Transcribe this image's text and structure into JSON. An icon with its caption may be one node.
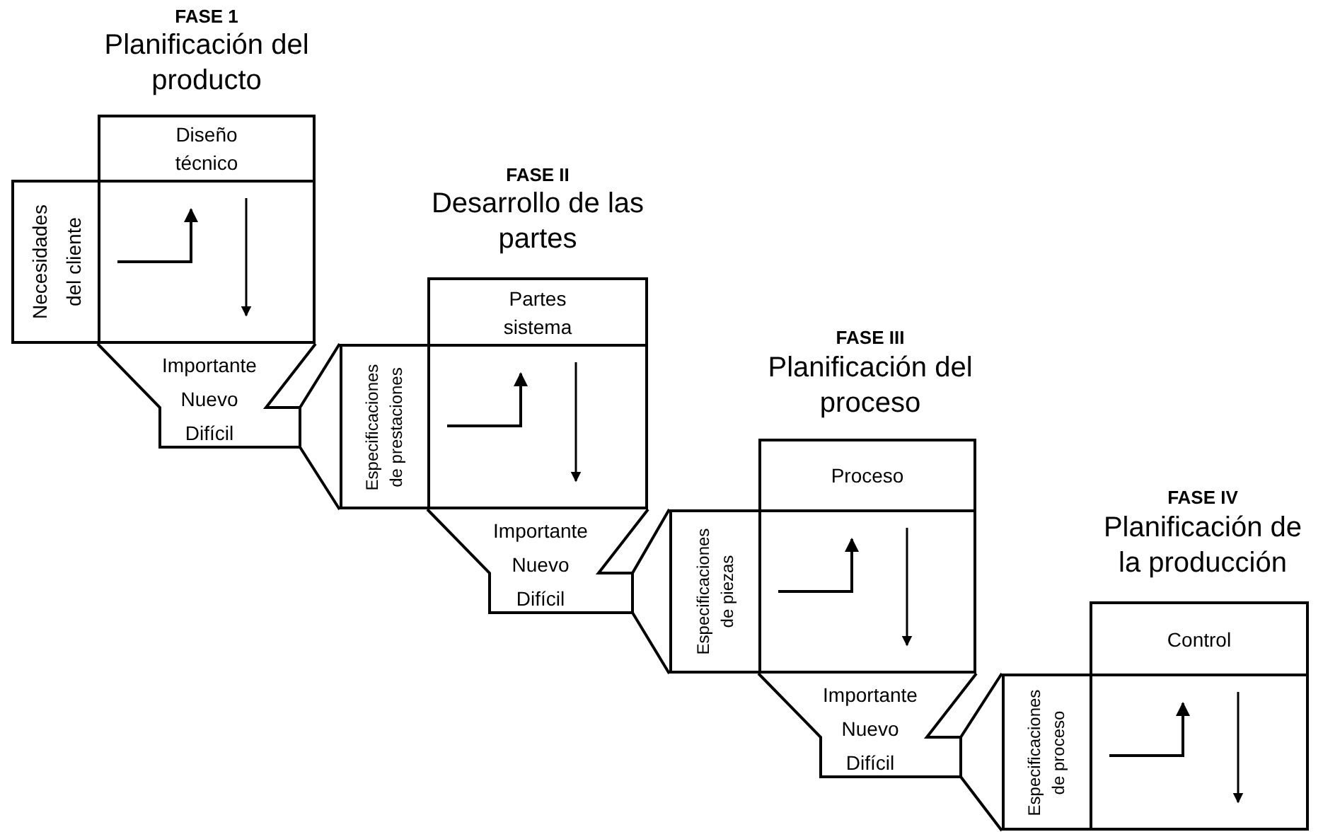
{
  "diagram": {
    "nodes": [
      {
        "text": [
          "Diseño técnico"
        ]
      },
      {
        "text": [
          "Necesidades del cliente"
        ]
      },
      {
        "text": [],
        "shape": "box"
      },
      {
        "text": [
          "Importante Nuevo Difícil"
        ]
      },
      {
        "text": [
          "Partes sistema"
        ]
      },
      {
        "text": [
          "Especificaciones de prestaciones"
        ]
      },
      {
        "text": [],
        "shape": "box"
      },
      {
        "text": [
          "Importante Nuevo Difícil"
        ]
      },
      {
        "text": [
          "Proceso"
        ]
      },
      {
        "text": [
          "Especificaciones de piezas"
        ]
      },
      {
        "text": [],
        "shape": "box"
      },
      {
        "text": [
          "Importante Nuevo Difícil"
        ]
      },
      {
        "text": [
          "Control"
        ]
      },
      {
        "text": [
          "Especificaciones de proceso"
        ]
      },
      {
        "text": [],
        "shape": "box"
      }
    ],
    "edges": [
      {
        "from": 3,
        "to": 5,
        "arrow": "none"
      },
      {
        "from": 7,
        "to": 9,
        "arrow": "none"
      },
      {
        "from": 11,
        "to": 13,
        "arrow": "none"
      }
    ],
    "labels": [
      "FASE 1",
      "Planificación del producto",
      "FASE II",
      "Desarrollo de las partes",
      "FASE III",
      "Planificación del proceso",
      "FASE IV",
      "Planificación de la producción"
    ]
  }
}
